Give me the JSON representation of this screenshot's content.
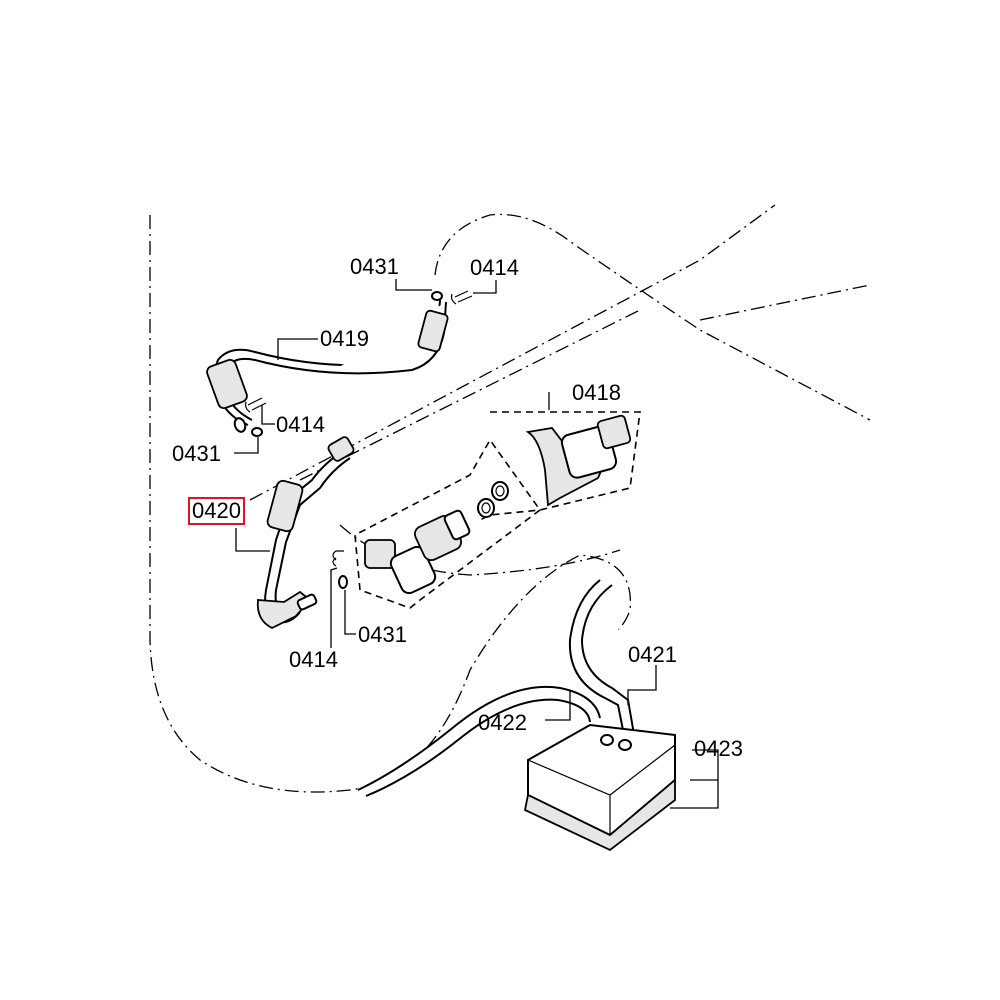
{
  "diagram": {
    "labels": [
      {
        "id": "0431-top",
        "text": "0431"
      },
      {
        "id": "0414-top",
        "text": "0414"
      },
      {
        "id": "0419",
        "text": "0419"
      },
      {
        "id": "0418",
        "text": "0418"
      },
      {
        "id": "0414-mid",
        "text": "0414"
      },
      {
        "id": "0431-mid",
        "text": "0431"
      },
      {
        "id": "0420",
        "text": "0420"
      },
      {
        "id": "0414-low",
        "text": "0414"
      },
      {
        "id": "0431-low",
        "text": "0431"
      },
      {
        "id": "0421",
        "text": "0421"
      },
      {
        "id": "0422",
        "text": "0422"
      },
      {
        "id": "0423",
        "text": "0423"
      }
    ],
    "highlighted_part": "0420",
    "colors": {
      "highlight": "#e0141e",
      "line": "#000000",
      "background": "#ffffff"
    }
  }
}
